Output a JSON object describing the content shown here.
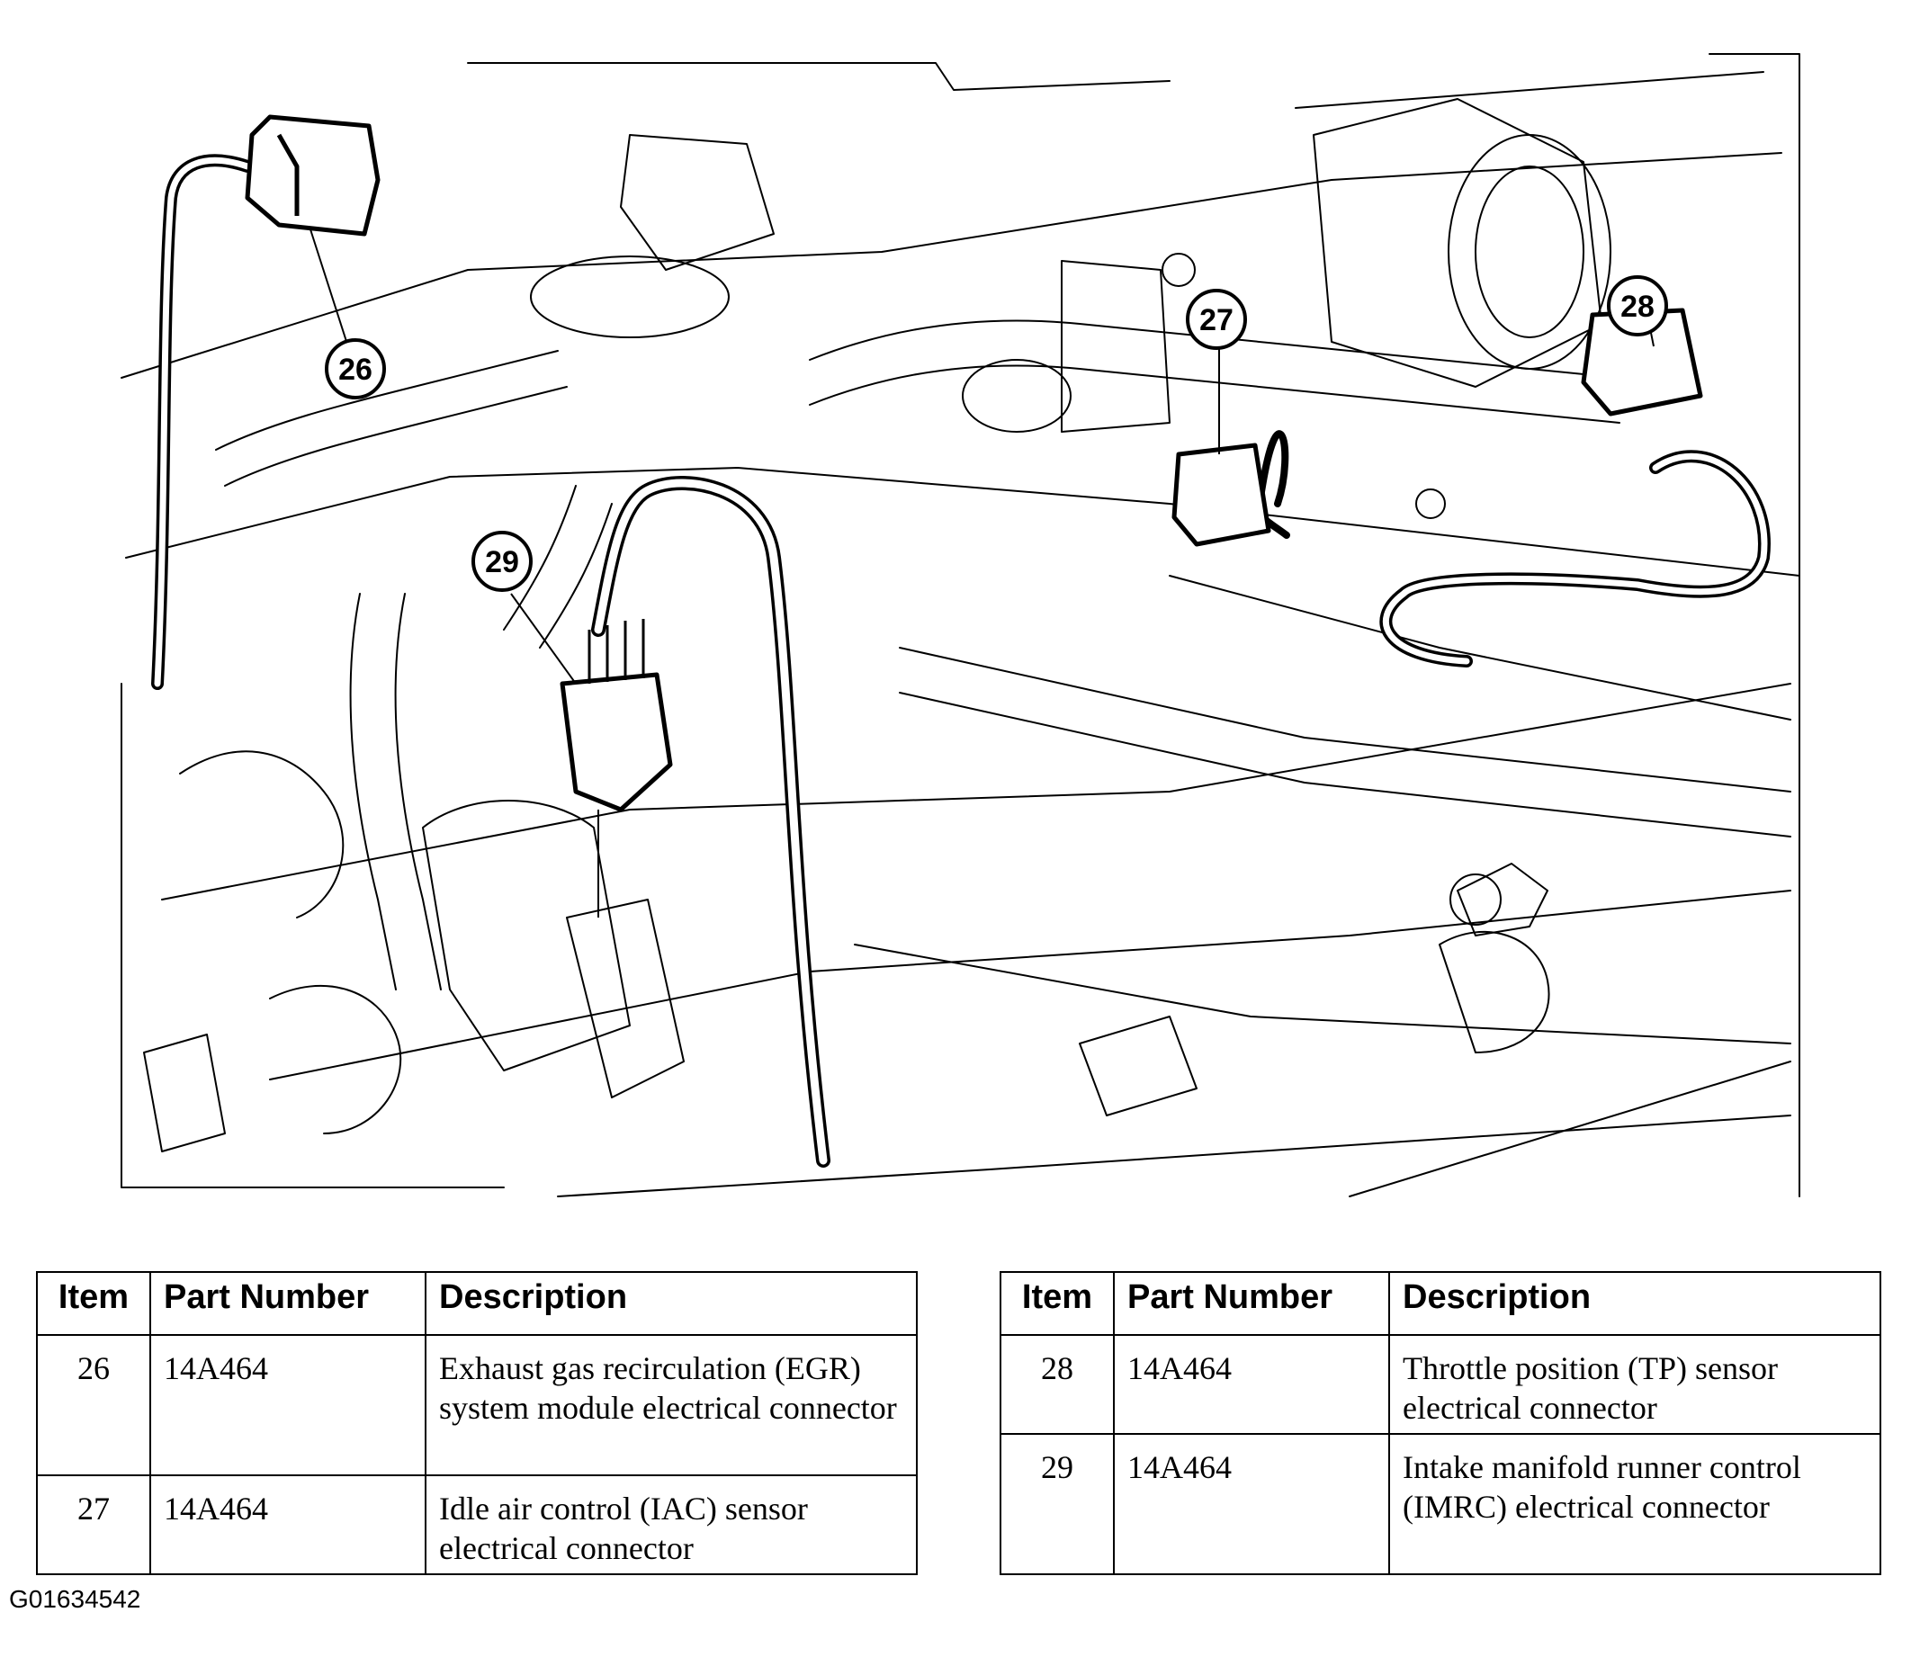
{
  "callouts": [
    "26",
    "27",
    "28",
    "29"
  ],
  "table_headers": {
    "item": "Item",
    "part_number": "Part Number",
    "description": "Description"
  },
  "table_left": [
    {
      "item": "26",
      "part_number": "14A464",
      "description": "Exhaust gas recirculation (EGR) system module electrical connector"
    },
    {
      "item": "27",
      "part_number": "14A464",
      "description": "Idle air control (IAC) sensor electrical connector"
    }
  ],
  "table_right": [
    {
      "item": "28",
      "part_number": "14A464",
      "description": "Throttle position (TP) sensor electrical connector"
    },
    {
      "item": "29",
      "part_number": "14A464",
      "description": "Intake manifold runner control (IMRC) electrical connector"
    }
  ],
  "figure_id": "G01634542"
}
